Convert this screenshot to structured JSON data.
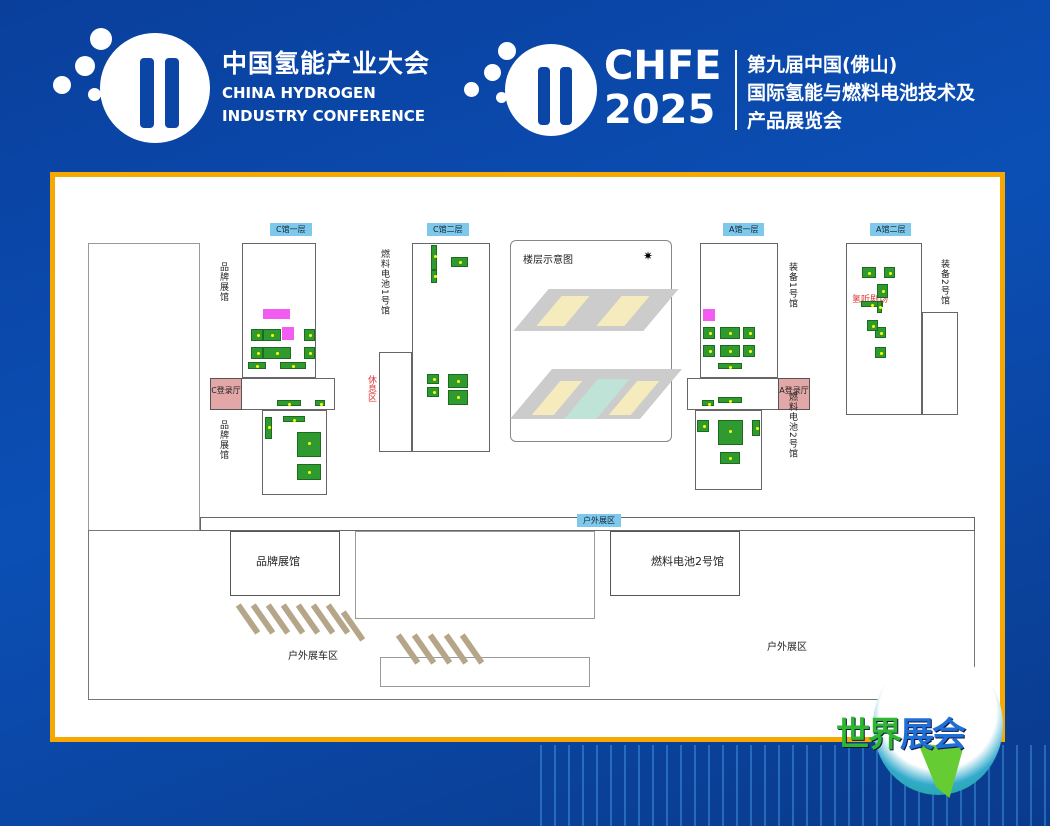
{
  "header": {
    "org_cn": "中国氢能产业大会",
    "org_en_1": "CHINA HYDROGEN",
    "org_en_2": "INDUSTRY CONFERENCE",
    "event_abbr": "CHFE",
    "event_year": "2025",
    "event_cn_1": "第九届中国(佛山)",
    "event_cn_2": "国际氢能与燃料电池技术及",
    "event_cn_3": "产品展览会"
  },
  "halls": {
    "c1": "C馆一层",
    "c2": "C馆二层",
    "a1": "A馆一层",
    "a2": "A馆二层"
  },
  "zones": {
    "brand_upper": "品牌展馆",
    "brand_lower": "品牌展馆",
    "fuel1": "燃料电池1号馆",
    "equip1": "装备1号馆",
    "fuel2": "燃料电池2号馆",
    "equip2": "装备2号馆",
    "rest": "休息区",
    "theater": "氢听剧场",
    "c_lobby": "C登录厅",
    "a_lobby": "A登录厅",
    "outdoor_top": "户外展区",
    "brand_ground": "品牌展馆",
    "fuel2_ground": "燃料电池2号馆",
    "outdoor_car": "户外展车区",
    "outdoor_right": "户外展区"
  },
  "inset": {
    "title": "楼层示意图"
  },
  "watermark": "世界展会",
  "colors": {
    "background": "#0b4fb5",
    "border": "#f6a800",
    "booth": "#2f9a2f",
    "lobby": "#e3a7a7",
    "label": "#7ec8ec"
  }
}
